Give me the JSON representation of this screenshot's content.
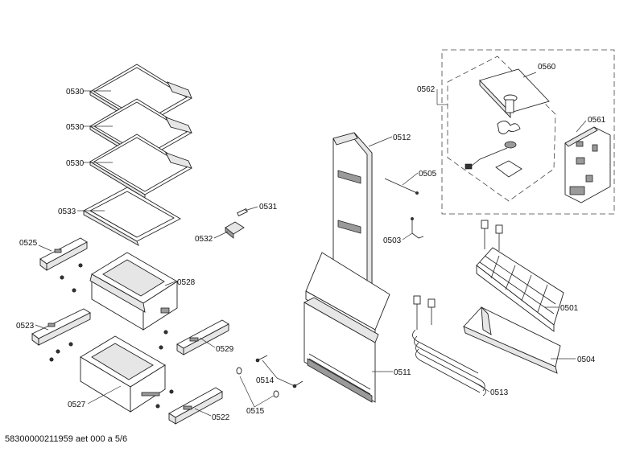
{
  "labels": {
    "l0530a": "0530",
    "l0530b": "0530",
    "l0530c": "0530",
    "l0533": "0533",
    "l0531": "0531",
    "l0532": "0532",
    "l0525": "0525",
    "l0528": "0528",
    "l0523": "0523",
    "l0529": "0529",
    "l0527": "0527",
    "l0522": "0522",
    "l0512": "0512",
    "l0505": "0505",
    "l0503": "0503",
    "l0514": "0514",
    "l0511": "0511",
    "l0515": "0515",
    "l0513": "0513",
    "l0501": "0501",
    "l0504": "0504",
    "l0560": "0560",
    "l0562": "0562",
    "l0561": "0561"
  },
  "footer": "58300000211959 aet 000 a 5/6"
}
